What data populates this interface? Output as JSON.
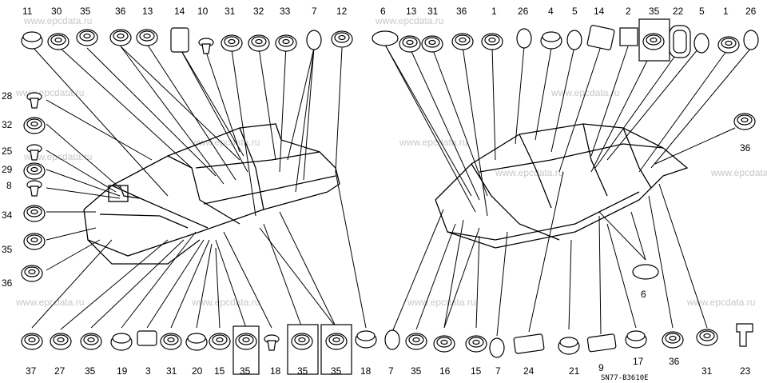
{
  "diagram": {
    "code": "SN77-B3610E",
    "watermark": "www.epcdata.ru"
  },
  "callouts_top_left": [
    "11",
    "30",
    "35",
    "36",
    "13",
    "14",
    "10",
    "31",
    "32",
    "33",
    "7",
    "12"
  ],
  "callouts_top_right": [
    "6",
    "13",
    "31",
    "36",
    "1",
    "26",
    "4",
    "5",
    "14",
    "2",
    "35",
    "22",
    "5",
    "1",
    "26"
  ],
  "callouts_left_side": [
    "28",
    "32",
    "25",
    "29",
    "8",
    "34",
    "35",
    "36"
  ],
  "callouts_right_side": [
    "36",
    "6"
  ],
  "callouts_bottom": [
    "37",
    "27",
    "35",
    "19",
    "3",
    "31",
    "20",
    "15",
    "35",
    "18",
    "35",
    "35",
    "18",
    "7",
    "35",
    "16",
    "15",
    "7",
    "24",
    "21",
    "9",
    "17",
    "36",
    "31",
    "23"
  ]
}
